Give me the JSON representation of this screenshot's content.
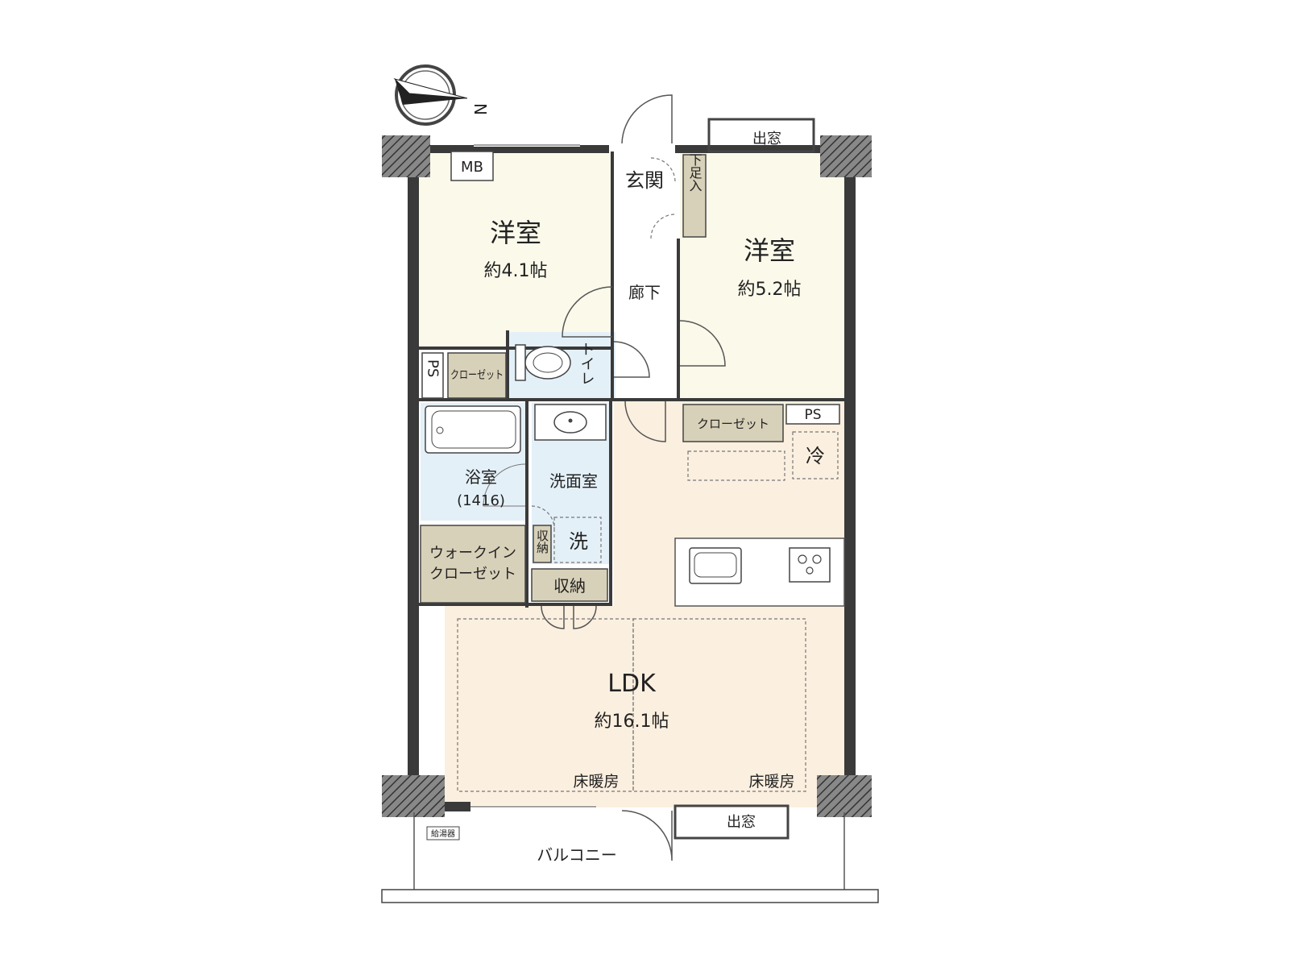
{
  "compass": {
    "label": "N"
  },
  "rooms": {
    "mb": "MB",
    "western_room_1": {
      "name": "洋室",
      "area": "約4.1帖"
    },
    "western_room_2": {
      "name": "洋室",
      "area": "約5.2帖"
    },
    "entrance": "玄関",
    "shoe_box": "下足入",
    "hallway": "廊下",
    "bay_window_top": "出窓",
    "bay_window_bottom": "出窓",
    "toilet": "トイレ",
    "ps_left": "PS",
    "ps_right": "PS",
    "closet_small": "クローゼット",
    "closet_right": "クローゼット",
    "bathroom": "浴室",
    "bathroom_size": "(1416)",
    "washroom": "洗面室",
    "laundry": "洗",
    "storage_small": "収納",
    "storage": "収納",
    "walk_in_closet_1": "ウォークイン",
    "walk_in_closet_2": "クローゼット",
    "fridge": "冷",
    "ldk": {
      "name": "LDK",
      "area": "約16.1帖"
    },
    "floor_heating_1": "床暖房",
    "floor_heating_2": "床暖房",
    "water_heater": "給湯器",
    "balcony": "バルコニー"
  },
  "colors": {
    "western_room": "#fbf9ea",
    "ldk": "#fbefdf",
    "wet_area": "#e4f0f8",
    "storage": "#d8d1b9",
    "wall": "#3a3a3a"
  }
}
